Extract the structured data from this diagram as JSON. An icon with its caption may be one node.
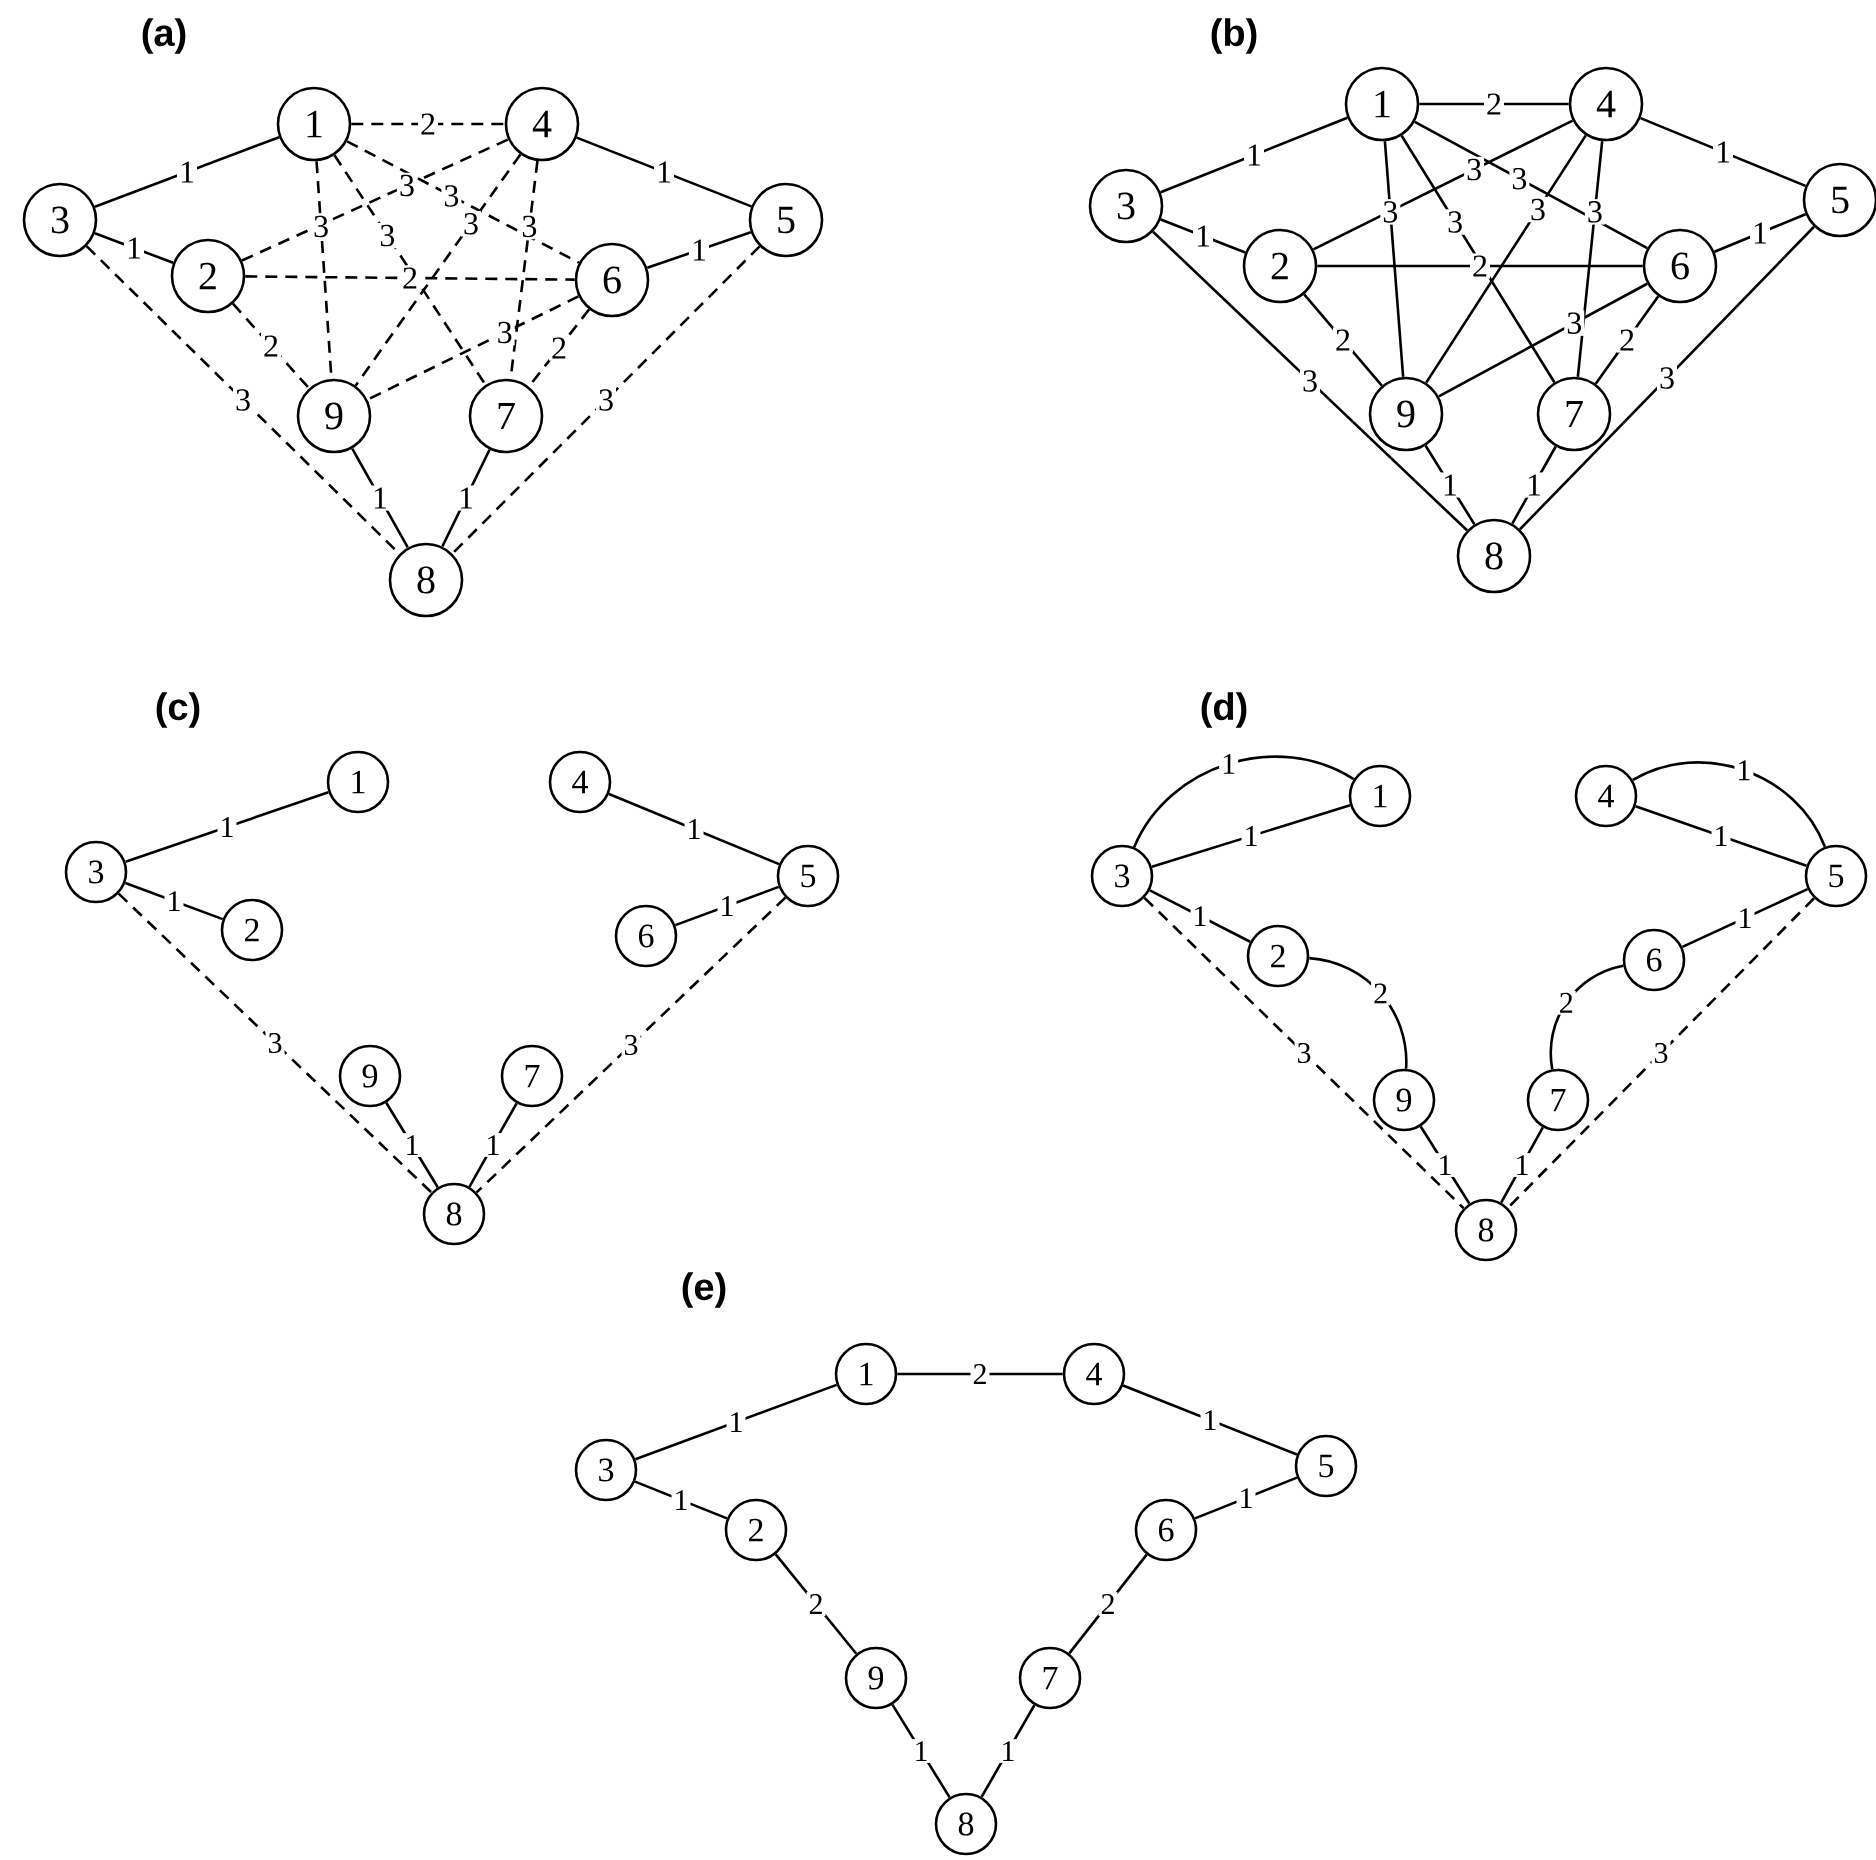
{
  "diagram": {
    "nodes": [
      {
        "text": [
          "1"
        ]
      },
      {
        "text": [
          "4"
        ]
      },
      {
        "text": [
          "3"
        ]
      },
      {
        "text": [
          "5"
        ]
      },
      {
        "text": [
          "2"
        ]
      },
      {
        "text": [
          "6"
        ]
      },
      {
        "text": [
          "9"
        ]
      },
      {
        "text": [
          "7"
        ]
      },
      {
        "text": [
          "8"
        ]
      },
      {
        "text": [
          "1"
        ]
      },
      {
        "text": [
          "4"
        ]
      },
      {
        "text": [
          "3"
        ]
      },
      {
        "text": [
          "5"
        ]
      },
      {
        "text": [
          "2"
        ]
      },
      {
        "text": [
          "6"
        ]
      },
      {
        "text": [
          "9"
        ]
      },
      {
        "text": [
          "7"
        ]
      },
      {
        "text": [
          "8"
        ]
      },
      {
        "text": [
          "1"
        ]
      },
      {
        "text": [
          "4"
        ]
      },
      {
        "text": [
          "3"
        ]
      },
      {
        "text": [
          "5"
        ]
      },
      {
        "text": [
          "2"
        ]
      },
      {
        "text": [
          "6"
        ]
      },
      {
        "text": [
          "9"
        ]
      },
      {
        "text": [
          "7"
        ]
      },
      {
        "text": [
          "8"
        ]
      },
      {
        "text": [
          "1"
        ]
      },
      {
        "text": [
          "4"
        ]
      },
      {
        "text": [
          "3"
        ]
      },
      {
        "text": [
          "5"
        ]
      },
      {
        "text": [
          "2"
        ]
      },
      {
        "text": [
          "6"
        ]
      },
      {
        "text": [
          "9"
        ]
      },
      {
        "text": [
          "7"
        ]
      },
      {
        "text": [
          "8"
        ]
      },
      {
        "text": [
          "1"
        ]
      },
      {
        "text": [
          "4"
        ]
      },
      {
        "text": [
          "3"
        ]
      },
      {
        "text": [
          "5"
        ]
      },
      {
        "text": [
          "2"
        ]
      },
      {
        "text": [
          "6"
        ]
      },
      {
        "text": [
          "9"
        ]
      },
      {
        "text": [
          "7"
        ]
      },
      {
        "text": [
          "8"
        ]
      }
    ],
    "edges": [
      {
        "from": 2,
        "to": 0,
        "arrow": "none",
        "label": "1"
      },
      {
        "from": 2,
        "to": 4,
        "arrow": "none",
        "label": "1"
      },
      {
        "from": 0,
        "to": 1,
        "arrow": "none",
        "label": "2",
        "style": "dashed"
      },
      {
        "from": 1,
        "to": 3,
        "arrow": "none",
        "label": "1"
      },
      {
        "from": 5,
        "to": 3,
        "arrow": "none",
        "label": "1"
      },
      {
        "from": 2,
        "to": 8,
        "arrow": "none",
        "label": "3",
        "style": "dashed"
      },
      {
        "from": 4,
        "to": 6,
        "arrow": "none",
        "label": "2",
        "style": "dashed"
      },
      {
        "from": 6,
        "to": 8,
        "arrow": "none",
        "label": "1"
      },
      {
        "from": 7,
        "to": 8,
        "arrow": "none",
        "label": "1"
      },
      {
        "from": 5,
        "to": 7,
        "arrow": "none",
        "label": "2",
        "style": "dashed"
      },
      {
        "from": 3,
        "to": 8,
        "arrow": "none",
        "label": "3",
        "style": "dashed"
      },
      {
        "from": 0,
        "to": 6,
        "arrow": "none",
        "label": "3",
        "style": "dashed"
      },
      {
        "from": 4,
        "to": 1,
        "arrow": "none",
        "label": "3",
        "style": "dashed"
      },
      {
        "from": 0,
        "to": 5,
        "arrow": "none",
        "label": "3",
        "style": "dashed"
      },
      {
        "from": 1,
        "to": 7,
        "arrow": "none",
        "label": "3",
        "style": "dashed"
      },
      {
        "from": 0,
        "to": 7,
        "arrow": "none",
        "label": "3",
        "style": "dashed"
      },
      {
        "from": 4,
        "to": 5,
        "arrow": "none",
        "label": "2",
        "style": "dashed"
      },
      {
        "from": 1,
        "to": 6,
        "arrow": "none",
        "label": "3",
        "style": "dashed"
      },
      {
        "from": 5,
        "to": 6,
        "arrow": "none",
        "label": "3",
        "style": "dashed"
      },
      {
        "from": 11,
        "to": 9,
        "arrow": "none",
        "label": "1"
      },
      {
        "from": 11,
        "to": 13,
        "arrow": "none",
        "label": "1"
      },
      {
        "from": 9,
        "to": 10,
        "arrow": "none",
        "label": "2"
      },
      {
        "from": 10,
        "to": 12,
        "arrow": "none",
        "label": "1"
      },
      {
        "from": 14,
        "to": 12,
        "arrow": "none",
        "label": "1"
      },
      {
        "from": 11,
        "to": 17,
        "arrow": "none",
        "label": "3"
      },
      {
        "from": 13,
        "to": 15,
        "arrow": "none",
        "label": "2"
      },
      {
        "from": 15,
        "to": 17,
        "arrow": "none",
        "label": "1"
      },
      {
        "from": 16,
        "to": 17,
        "arrow": "none",
        "label": "1"
      },
      {
        "from": 14,
        "to": 16,
        "arrow": "none",
        "label": "2"
      },
      {
        "from": 12,
        "to": 17,
        "arrow": "none",
        "label": "3"
      },
      {
        "from": 9,
        "to": 15,
        "arrow": "none",
        "label": "3"
      },
      {
        "from": 13,
        "to": 10,
        "arrow": "none",
        "label": "3"
      },
      {
        "from": 9,
        "to": 14,
        "arrow": "none",
        "label": "3"
      },
      {
        "from": 10,
        "to": 16,
        "arrow": "none",
        "label": "3"
      },
      {
        "from": 9,
        "to": 16,
        "arrow": "none",
        "label": "3"
      },
      {
        "from": 13,
        "to": 14,
        "arrow": "none",
        "label": "2"
      },
      {
        "from": 10,
        "to": 15,
        "arrow": "none",
        "label": "3"
      },
      {
        "from": 14,
        "to": 15,
        "arrow": "none",
        "label": "3"
      },
      {
        "from": 20,
        "to": 18,
        "arrow": "none",
        "label": "1"
      },
      {
        "from": 20,
        "to": 22,
        "arrow": "none",
        "label": "1"
      },
      {
        "from": 19,
        "to": 21,
        "arrow": "none",
        "label": "1"
      },
      {
        "from": 23,
        "to": 21,
        "arrow": "none",
        "label": "1"
      },
      {
        "from": 24,
        "to": 26,
        "arrow": "none",
        "label": "1"
      },
      {
        "from": 25,
        "to": 26,
        "arrow": "none",
        "label": "1"
      },
      {
        "from": 20,
        "to": 26,
        "arrow": "none",
        "label": "3",
        "style": "dashed"
      },
      {
        "from": 21,
        "to": 26,
        "arrow": "none",
        "label": "3",
        "style": "dashed"
      },
      {
        "from": 29,
        "to": 27,
        "arrow": "none",
        "label": "1"
      },
      {
        "from": 29,
        "to": 27,
        "arrow": "none",
        "label": "1"
      },
      {
        "from": 29,
        "to": 31,
        "arrow": "none",
        "label": "1"
      },
      {
        "from": 31,
        "to": 33,
        "arrow": "none",
        "label": "2"
      },
      {
        "from": 28,
        "to": 30,
        "arrow": "none",
        "label": "1"
      },
      {
        "from": 28,
        "to": 30,
        "arrow": "none",
        "label": "1"
      },
      {
        "from": 32,
        "to": 30,
        "arrow": "none",
        "label": "1"
      },
      {
        "from": 32,
        "to": 34,
        "arrow": "none",
        "label": "2"
      },
      {
        "from": 33,
        "to": 35,
        "arrow": "none",
        "label": "1"
      },
      {
        "from": 34,
        "to": 35,
        "arrow": "none",
        "label": "1"
      },
      {
        "from": 29,
        "to": 35,
        "arrow": "none",
        "label": "3",
        "style": "dashed"
      },
      {
        "from": 30,
        "to": 35,
        "arrow": "none",
        "label": "3",
        "style": "dashed"
      },
      {
        "from": 38,
        "to": 36,
        "arrow": "none",
        "label": "1"
      },
      {
        "from": 36,
        "to": 37,
        "arrow": "none",
        "label": "2"
      },
      {
        "from": 37,
        "to": 39,
        "arrow": "none",
        "label": "1"
      },
      {
        "from": 41,
        "to": 39,
        "arrow": "none",
        "label": "1"
      },
      {
        "from": 41,
        "to": 43,
        "arrow": "none",
        "label": "2"
      },
      {
        "from": 43,
        "to": 44,
        "arrow": "none",
        "label": "1"
      },
      {
        "from": 42,
        "to": 44,
        "arrow": "none",
        "label": "1"
      },
      {
        "from": 40,
        "to": 42,
        "arrow": "none",
        "label": "2"
      },
      {
        "from": 38,
        "to": 40,
        "arrow": "none",
        "label": "1"
      }
    ],
    "labels": [
      "(a)",
      "(b)",
      "(c)",
      "(d)",
      "(e)"
    ]
  }
}
